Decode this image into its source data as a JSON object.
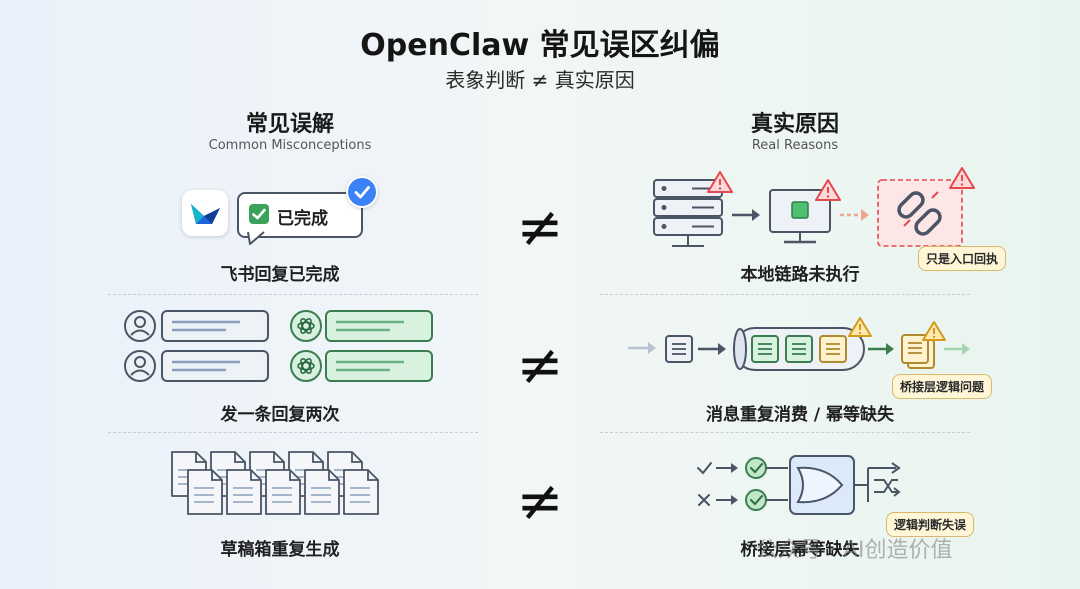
{
  "header": {
    "title": "OpenClaw 常见误区纠偏",
    "subtitle": "表象判断 ≠ 真实原因"
  },
  "left": {
    "heading": "常见误解",
    "subheading": "Common Misconceptions"
  },
  "right": {
    "heading": "真实原因",
    "subheading": "Real Reasons"
  },
  "symbol": "≠",
  "rows": [
    {
      "left_caption": "飞书回复已完成",
      "left_bubble": "已完成",
      "right_caption": "本地链路未执行",
      "right_tag": "只是入口回执"
    },
    {
      "left_caption": "发一条回复两次",
      "right_caption": "消息重复消费 / 幂等缺失",
      "right_tag": "桥接层逻辑问题"
    },
    {
      "left_caption": "草稿箱重复生成",
      "right_caption": "桥接层幂等缺失",
      "right_tag": "逻辑判断失误"
    }
  ],
  "watermark": "公众号 · AI创造价值",
  "colors": {
    "accent_blue": "#3b82f6",
    "warn_red": "#e5484d",
    "ok_green": "#3aa35a",
    "tag_yellow": "#fff6d8"
  }
}
